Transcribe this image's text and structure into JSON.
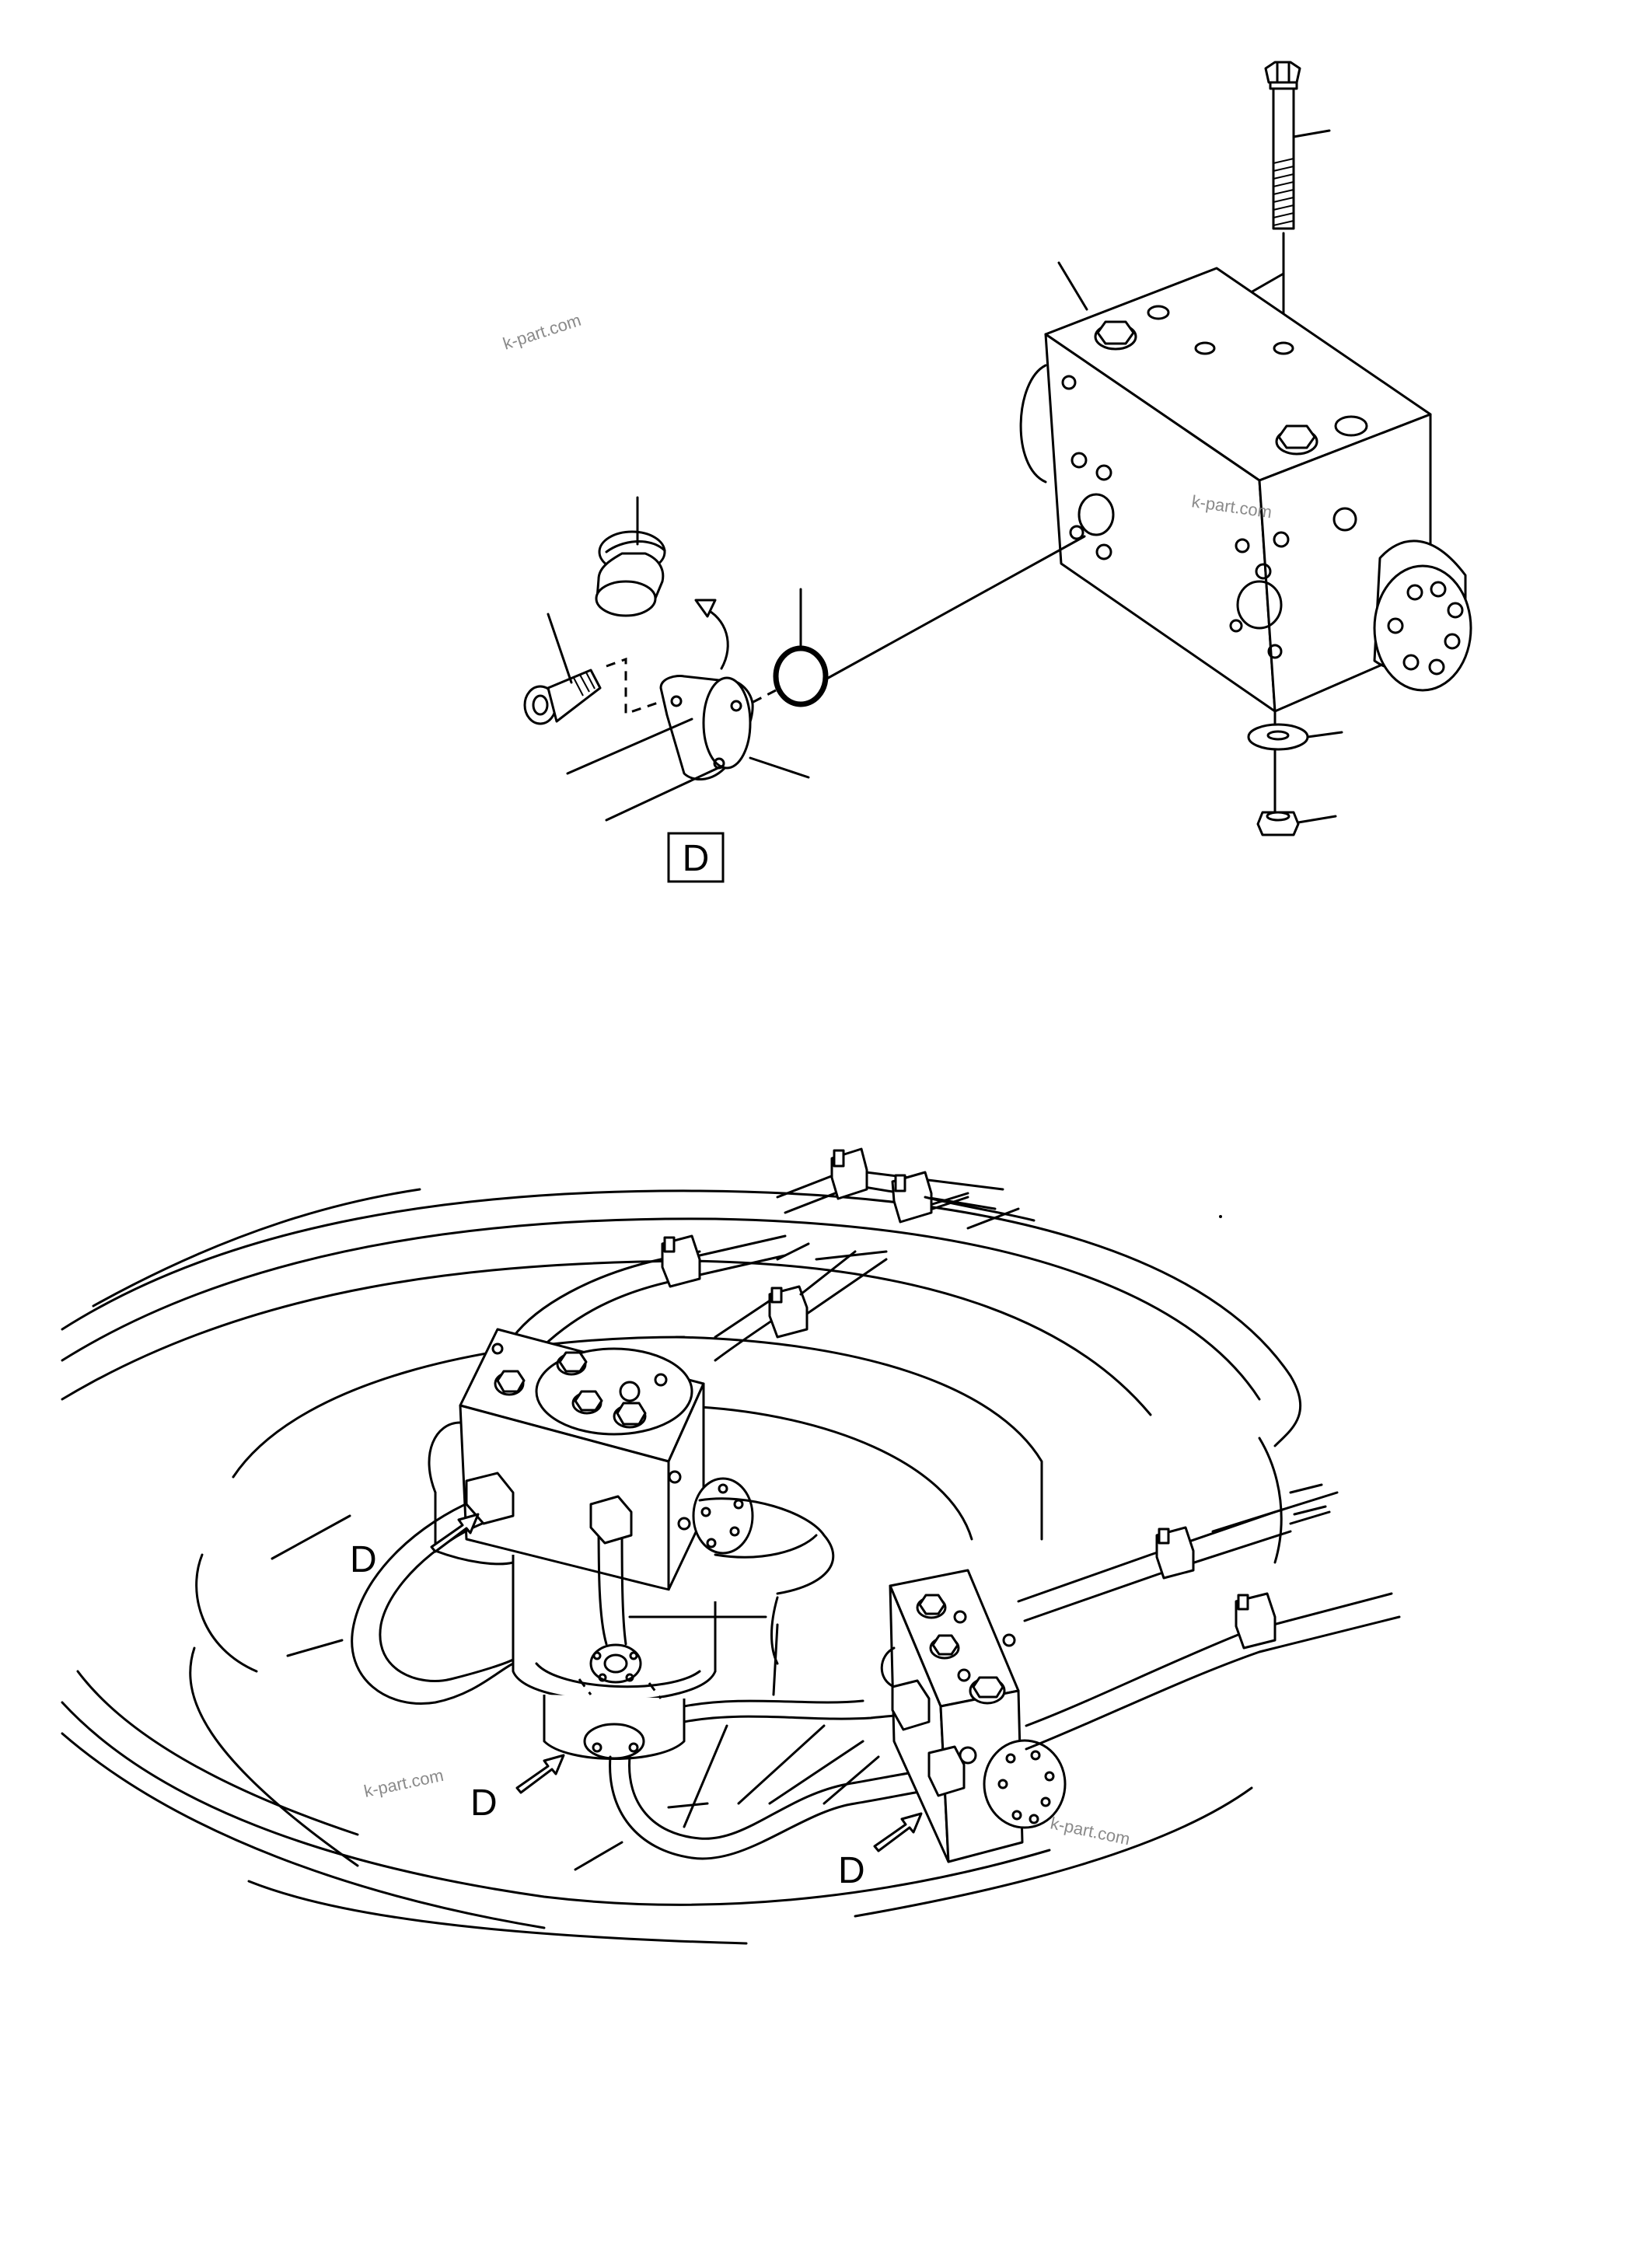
{
  "diagram": {
    "view_markers": {
      "detail_box_label": "D",
      "arrow_labels": [
        "D",
        "D",
        "D"
      ]
    },
    "watermarks": [
      "k-part.com",
      "k-part.com",
      "k-part.com",
      "k-part.com"
    ],
    "colors": {
      "line": "#000000",
      "background": "#ffffff",
      "watermark": "#8a8a8a"
    }
  }
}
